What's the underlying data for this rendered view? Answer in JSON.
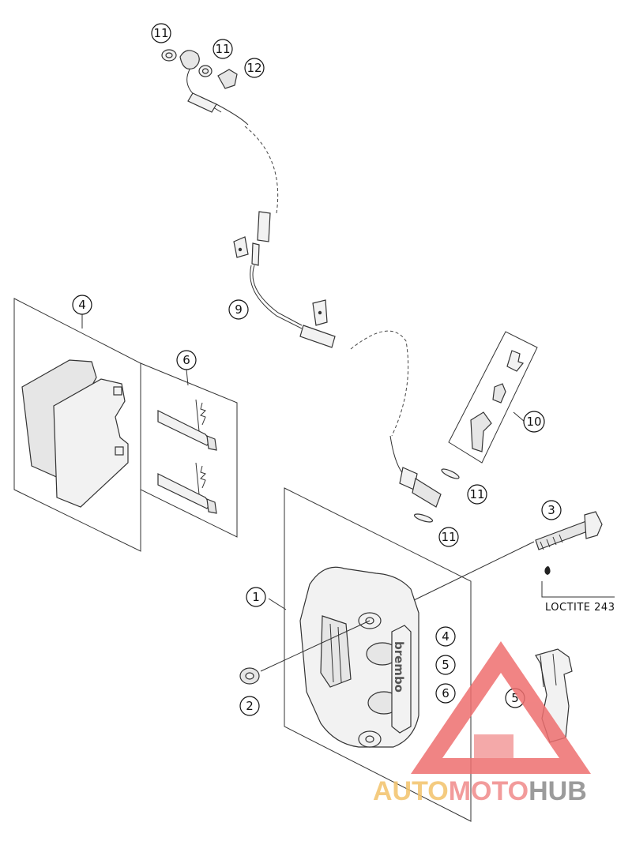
{
  "callouts": {
    "c11a": "11",
    "c11b": "11",
    "c12": "12",
    "c9": "9",
    "c4a": "4",
    "c6a": "6",
    "c10": "10",
    "c11c": "11",
    "c11d": "11",
    "c3": "3",
    "c1": "1",
    "c2": "2",
    "c4b": "4",
    "c5a": "5",
    "c6b": "6",
    "c5b": "5"
  },
  "loctite_label": "LOCTITE 243",
  "caliper_brand": "brembo",
  "watermark": {
    "part1": "AUTO",
    "part2": "MOTO",
    "part3": "HUB",
    "colors": {
      "auto": "#f3c36a",
      "moto": "#f08a8a",
      "hub": "#8a8a8a",
      "triangle": "#ee6f6f"
    }
  }
}
